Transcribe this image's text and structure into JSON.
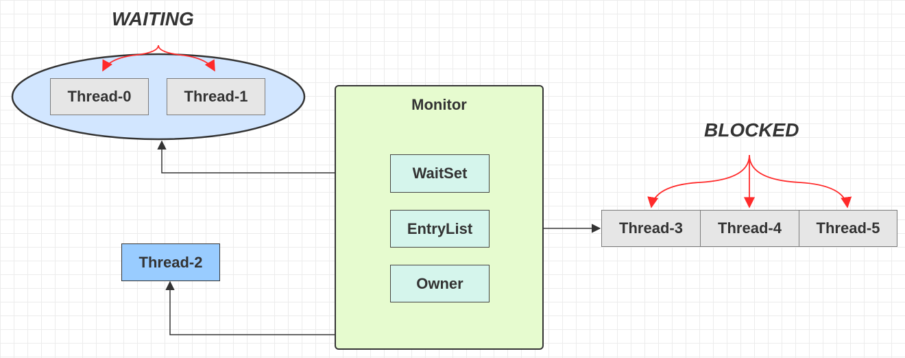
{
  "states": {
    "waiting": "WAITING",
    "blocked": "BLOCKED"
  },
  "monitor": {
    "title": "Monitor",
    "fields": {
      "waitset": "WaitSet",
      "entrylist": "EntryList",
      "owner": "Owner"
    }
  },
  "threads": {
    "t0": "Thread-0",
    "t1": "Thread-1",
    "t2": "Thread-2",
    "t3": "Thread-3",
    "t4": "Thread-4",
    "t5": "Thread-5"
  },
  "colors": {
    "waiting_ellipse": "#d2e6ff",
    "monitor_fill": "#e6fbcf",
    "field_fill": "#d5f5ec",
    "thread_fill": "#e6e6e6",
    "owner_thread_fill": "#99ccff",
    "arrow_red": "#ff2a2a",
    "arrow_dark": "#333333"
  }
}
